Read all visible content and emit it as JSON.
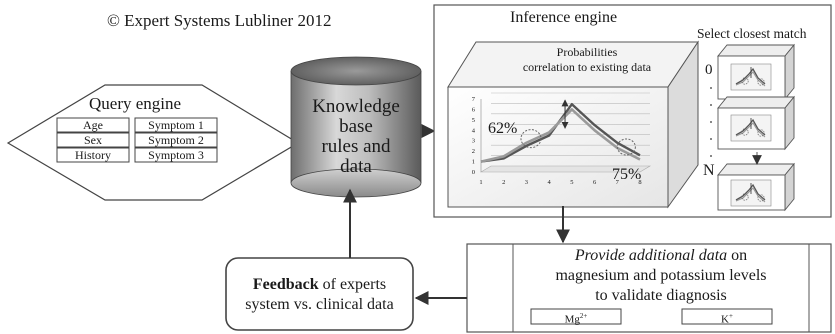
{
  "copyright": "© Expert Systems Lubliner 2012",
  "query_engine": {
    "title": "Query engine",
    "fields": [
      "Age",
      "Sex",
      "History"
    ],
    "symptoms": [
      "Symptom 1",
      "Symptom 2",
      "Symptom 3"
    ]
  },
  "knowledge_base": {
    "lines": [
      "Knowledge",
      "base",
      "rules and",
      "data"
    ]
  },
  "inference_engine": {
    "title": "Inference engine",
    "chart_caption_line1": "Probabilities",
    "chart_caption_line2": "correlation to existing data",
    "pct_left": "62%",
    "pct_right": "75%",
    "y_ticks": [
      "1",
      "2",
      "3",
      "4",
      "5",
      "6",
      "7"
    ],
    "x_ticks": [
      "1",
      "2",
      "3",
      "4",
      "5",
      "6",
      "7",
      "8"
    ],
    "zero_tick": "0"
  },
  "closest_match": {
    "title": "Select closest match",
    "start_label": "0",
    "end_label": "N"
  },
  "additional_data": {
    "line1_italic": "Provide additional data",
    "line1_rest": " on",
    "line2": "magnesium and potassium levels",
    "line3": "to validate diagnosis",
    "mg": "Mg",
    "mg_sup": "2+",
    "k": "K",
    "k_sup": "+"
  },
  "feedback": {
    "bold": "Feedback",
    "rest": " of experts",
    "line2": "system vs. clinical data"
  },
  "chart_data": {
    "type": "line",
    "x": [
      1,
      2,
      3,
      4,
      5,
      6,
      7,
      8
    ],
    "series": [
      {
        "values": [
          1.0,
          1.3,
          2.5,
          3.5,
          6.5,
          4.5,
          2.8,
          1.6
        ]
      },
      {
        "values": [
          1.0,
          1.5,
          2.8,
          3.8,
          6.0,
          4.0,
          2.3,
          1.2
        ]
      }
    ],
    "ylim": [
      0,
      7
    ],
    "xlim": [
      1,
      8
    ],
    "grid": true
  }
}
